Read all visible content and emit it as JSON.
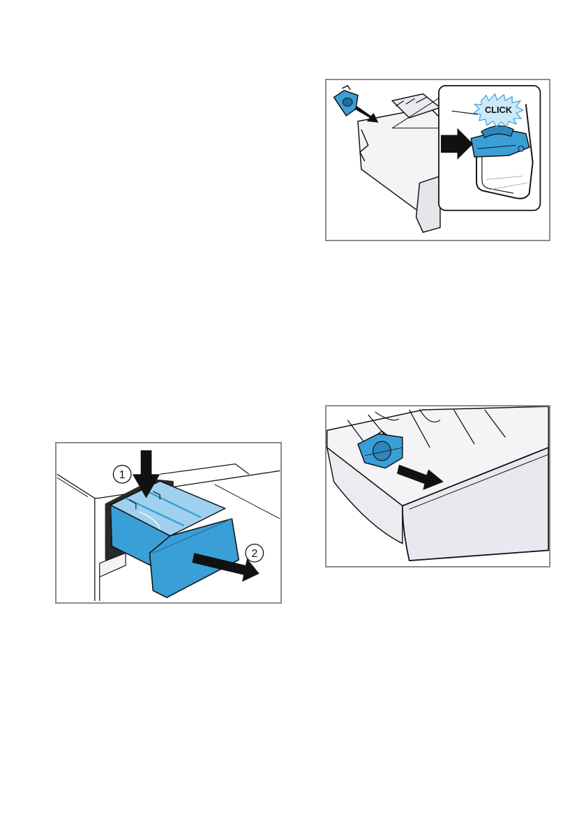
{
  "figures": {
    "click_insert": {
      "callout_text": "CLICK"
    },
    "remove_drawer": {
      "step_1": "1",
      "step_2": "2"
    },
    "slide_out": {}
  },
  "colors": {
    "part_blue": "#3a9fd6",
    "part_blue_dark": "#1f6f9e",
    "part_blue_light": "#9fd1ee",
    "starburst": "#cde9f8",
    "drawer_white": "#f4f4f6",
    "outline": "#111111",
    "frame": "#8c8c8c"
  }
}
